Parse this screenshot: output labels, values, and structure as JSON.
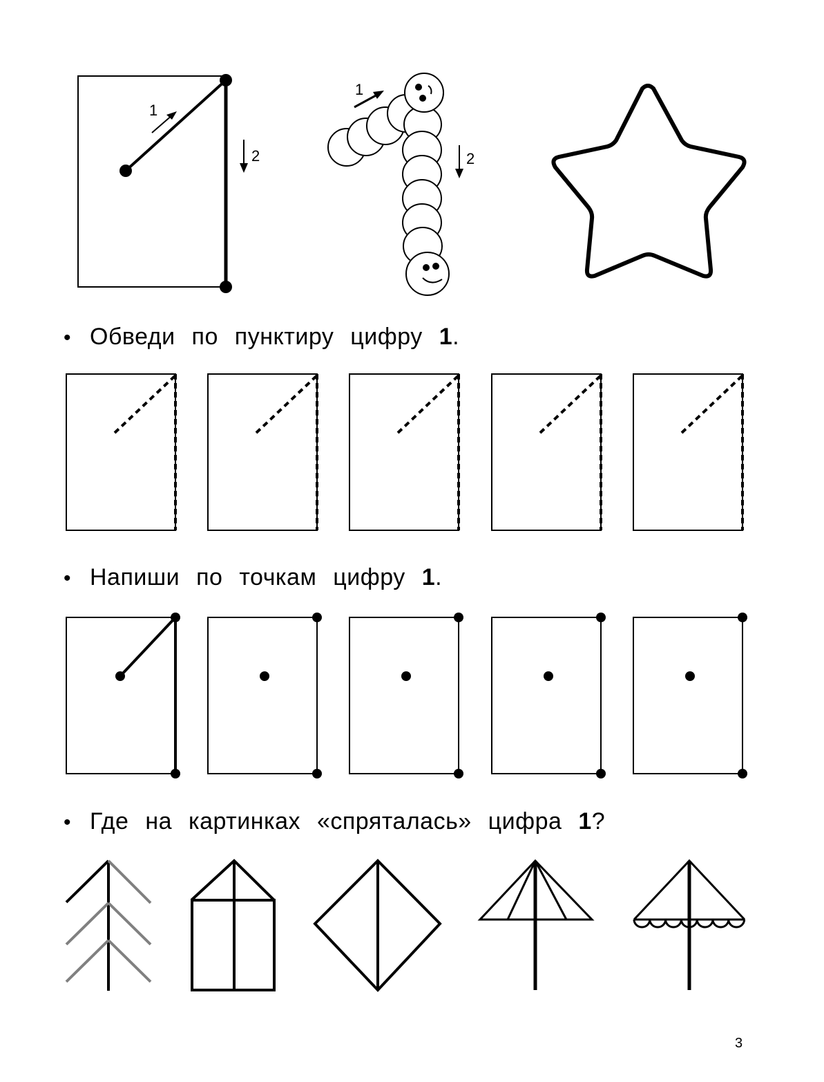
{
  "demo": {
    "step1_label": "1",
    "step2_label": "2",
    "worm_step1_label": "1",
    "worm_step2_label": "2"
  },
  "instructions": [
    {
      "bullet": "•",
      "text": "Обведи по пунктиру цифру ",
      "digit": "1",
      "end": "."
    },
    {
      "bullet": "•",
      "text": "Напиши по точкам цифру ",
      "digit": "1",
      "end": "."
    },
    {
      "bullet": "•",
      "text": "Где на картинках «спряталась» цифра ",
      "digit": "1",
      "end": "?"
    }
  ],
  "trace_boxes_count": 5,
  "dot_boxes_count": 5,
  "pictures": [
    "fir-tree-icon",
    "house-icon",
    "kite-icon",
    "umbrella-icon",
    "umbrella-scalloped-icon"
  ],
  "colors": {
    "ink": "#000000",
    "grey_branches": "#808080"
  },
  "page_number": "3"
}
